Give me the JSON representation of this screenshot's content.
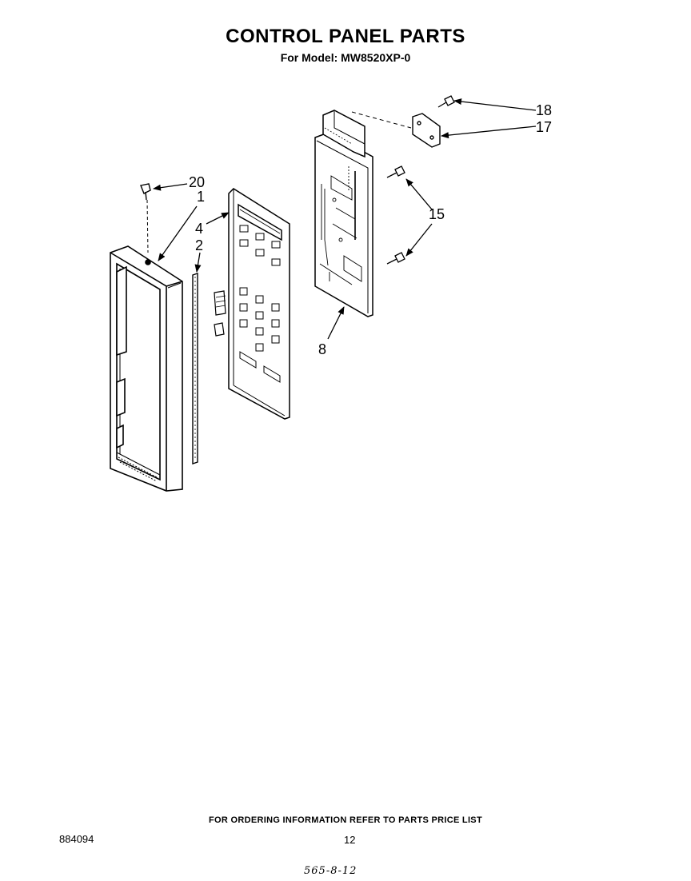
{
  "header": {
    "title": "CONTROL PANEL PARTS",
    "model": "For Model: MW8520XP-0"
  },
  "callouts": {
    "c20": "20",
    "c1": "1",
    "c4": "4",
    "c2": "2",
    "c18": "18",
    "c17": "17",
    "c15": "15",
    "c8": "8"
  },
  "footer": {
    "ordering_note": "FOR ORDERING INFORMATION REFER TO PARTS PRICE LIST",
    "document_number": "884094",
    "page_number": "12",
    "handwritten_code": "565-8-12"
  }
}
